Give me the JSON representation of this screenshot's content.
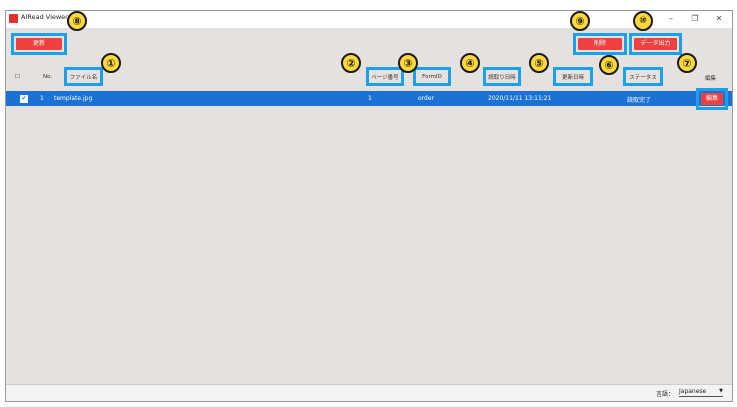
{
  "window": {
    "title": "AIRead Viewer",
    "controls": {
      "minimize": "–",
      "restore": "❐",
      "close": "✕"
    }
  },
  "toolbar": {
    "refresh_label": "更新",
    "delete_label": "削除",
    "export_label": "データ出力"
  },
  "table": {
    "headers": {
      "select": "☐",
      "no": "No.",
      "filename": "ファイル名",
      "page": "ページ番号",
      "formid": "FormID",
      "read_date": "読取り日時",
      "update_date": "更新日時",
      "status": "ステータス",
      "edit": "編集"
    },
    "rows": [
      {
        "checked": "✔",
        "no": "1",
        "filename": "template.jpg",
        "page": "1",
        "formid": "order",
        "read_date": "2020/11/11 13:11:21",
        "update_date": "",
        "status": "読取完了",
        "edit_label": "編集"
      }
    ]
  },
  "annotations": [
    "①",
    "②",
    "③",
    "④",
    "⑤",
    "⑥",
    "⑦",
    "⑧",
    "⑨",
    "⑩"
  ],
  "statusbar": {
    "language_label": "言語：",
    "language_value": "Japanese",
    "dropdown_icon": "▼"
  },
  "colors": {
    "accent_red": "#f04040",
    "selection_blue": "#1a73d4",
    "callout_blue": "#1aa1ea",
    "callout_yellow": "#ffd93b"
  }
}
